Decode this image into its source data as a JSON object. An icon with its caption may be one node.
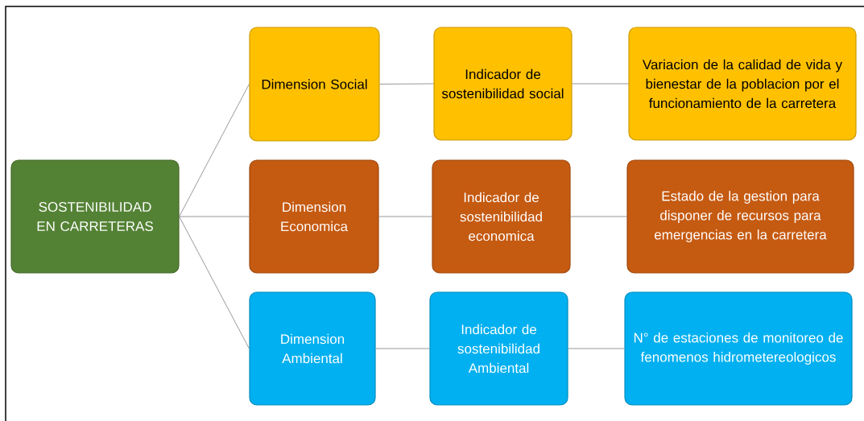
{
  "diagram": {
    "nodes": [
      {
        "text": [
          "SOSTENIBILIDAD EN CARRETERAS"
        ]
      },
      {
        "text": [
          "Dimension Social"
        ]
      },
      {
        "text": [
          "Indicador de sostenibilidad social"
        ]
      },
      {
        "text": [
          "Variacion de la calidad de vida y bienestar de la poblacion por el funcionamiento de la carretera"
        ]
      },
      {
        "text": [
          "Dimension Economica"
        ]
      },
      {
        "text": [
          "Indicador de sostenibilidad economica"
        ]
      },
      {
        "text": [
          "Estado de la gestion para disponer de recursos para emergencias en la carretera"
        ]
      },
      {
        "text": [
          "Dimension Ambiental"
        ]
      },
      {
        "text": [
          "Indicador de sostenibilidad Ambiental"
        ]
      },
      {
        "text": [
          "N° de estaciones de monitoreo de fenomenos hidrometereologicos"
        ]
      }
    ],
    "edges": [
      {
        "from": 0,
        "to": 1,
        "arrow": "none"
      },
      {
        "from": 0,
        "to": 4,
        "arrow": "none"
      },
      {
        "from": 0,
        "to": 7,
        "arrow": "none"
      },
      {
        "from": 1,
        "to": 2,
        "arrow": "none"
      },
      {
        "from": 2,
        "to": 3,
        "arrow": "none"
      },
      {
        "from": 4,
        "to": 5,
        "arrow": "none"
      },
      {
        "from": 5,
        "to": 6,
        "arrow": "none"
      },
      {
        "from": 7,
        "to": 8,
        "arrow": "none"
      },
      {
        "from": 8,
        "to": 9,
        "arrow": "none"
      }
    ]
  }
}
